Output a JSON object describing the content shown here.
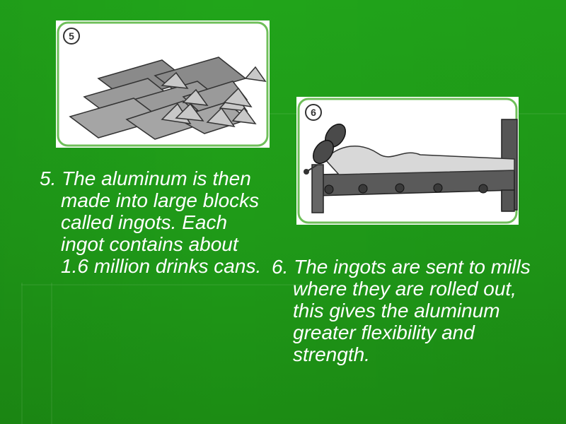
{
  "slide": {
    "background_color": "#21a51a",
    "step5": {
      "badge": "5",
      "caption": "5. The aluminum is then made into large blocks called ingots. Each ingot contains about 1.6 million drinks cans."
    },
    "step6": {
      "badge": "6",
      "caption": "6. The ingots are sent to mills where they are rolled out, this gives the aluminum greater flexibility and strength."
    }
  }
}
